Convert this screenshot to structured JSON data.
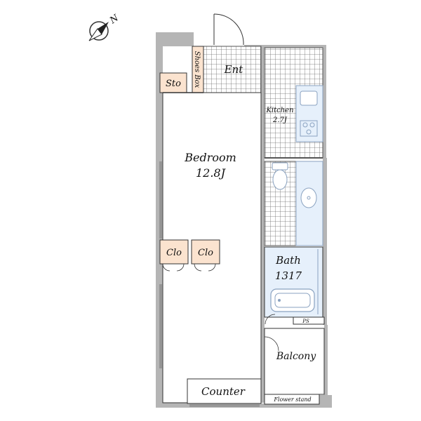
{
  "compass": {
    "label": "N"
  },
  "rooms": {
    "entrance": "Ent",
    "shoes_box": "Shoes Box",
    "storage": "Sto",
    "kitchen_name": "Kitchen",
    "kitchen_size": "2.7J",
    "bedroom_name": "Bedroom",
    "bedroom_size": "12.8J",
    "closet_left": "Clo",
    "closet_right": "Clo",
    "bath_name": "Bath",
    "bath_size": "1317",
    "pipe_space": "PS",
    "balcony": "Balcony",
    "counter": "Counter",
    "flower_stand": "Flower stand"
  },
  "colors": {
    "wall": "#b5b5b5",
    "tile_bg": "#ffffff",
    "tile_grid": "#666666",
    "storage_fill": "#fbe3cf",
    "wet_area_fill": "#e6f0fb",
    "fixture_stroke": "#8aa2c0"
  }
}
